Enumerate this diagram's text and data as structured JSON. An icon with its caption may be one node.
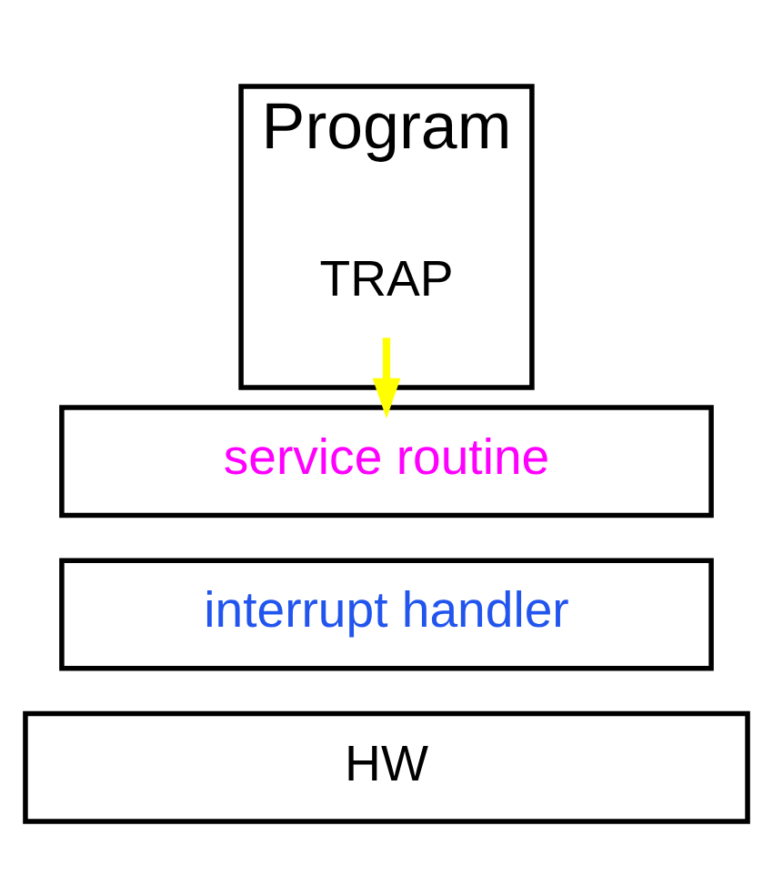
{
  "diagram": {
    "nodes": [
      {
        "text": [
          "Program"
        ]
      },
      {
        "text": [
          "TRAP"
        ],
        "in": 0
      },
      {
        "text": [
          "service routine"
        ]
      },
      {
        "text": [
          "interrupt handler"
        ]
      },
      {
        "text": [
          "HW"
        ]
      }
    ],
    "edges": [
      {
        "from": 1,
        "to": 2,
        "arrow": "to",
        "color": "#ffff00"
      }
    ]
  }
}
